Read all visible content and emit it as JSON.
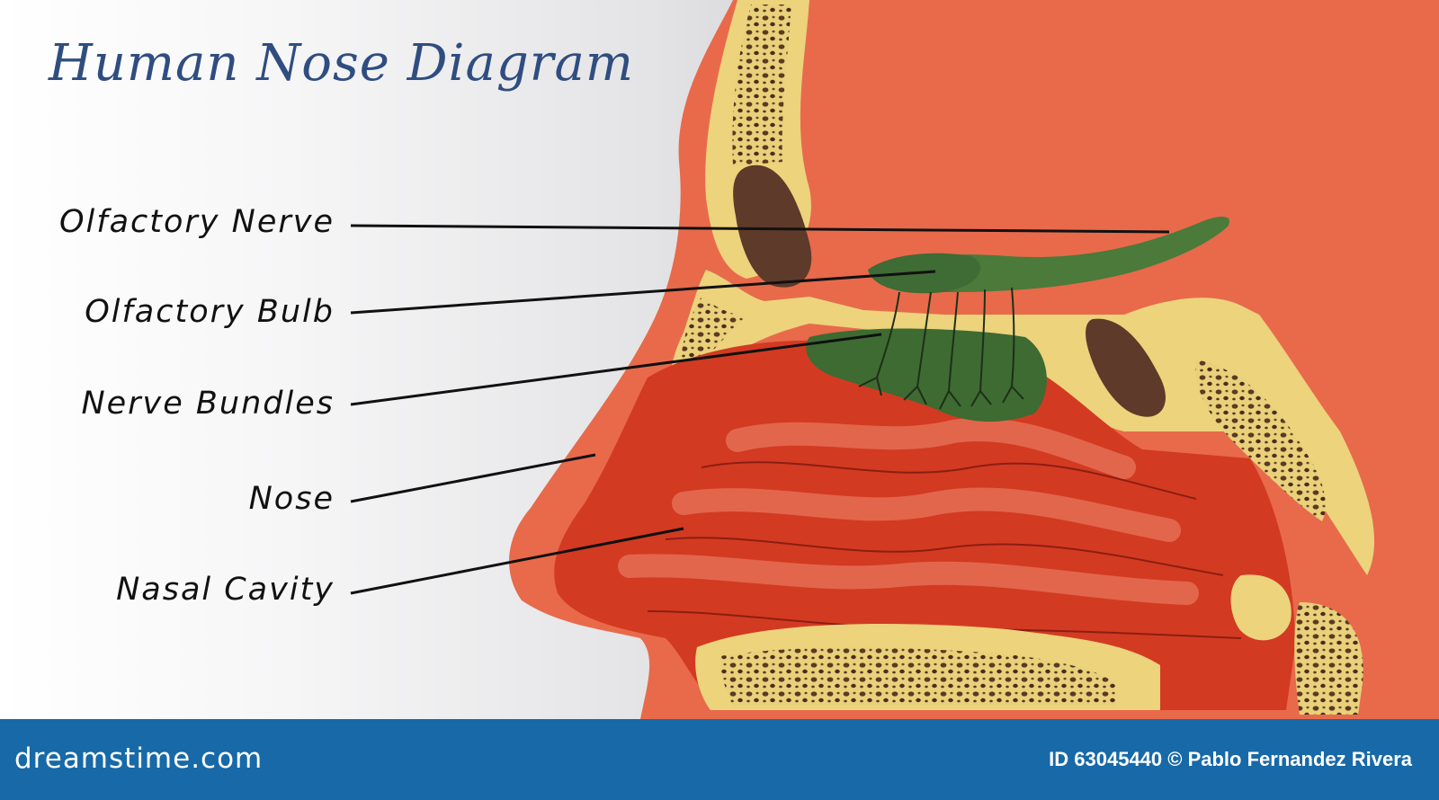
{
  "diagram": {
    "title": "Human Nose Diagram",
    "labels": [
      "Olfactory Nerve",
      "Olfactory Bulb",
      "Nerve Bundles",
      "Nose",
      "Nasal Cavity"
    ]
  },
  "footer": {
    "brand": "dreamstime.com",
    "credit": "ID 63045440 © Pablo Fernandez Rivera"
  },
  "colors": {
    "skin": "#e86a4b",
    "cavity": "#d33a22",
    "bone": "#ecd37c",
    "brain": "#e9c79a",
    "nerve": "#3f6b35",
    "footer": "#1769a7",
    "title": "#2f4d80"
  }
}
